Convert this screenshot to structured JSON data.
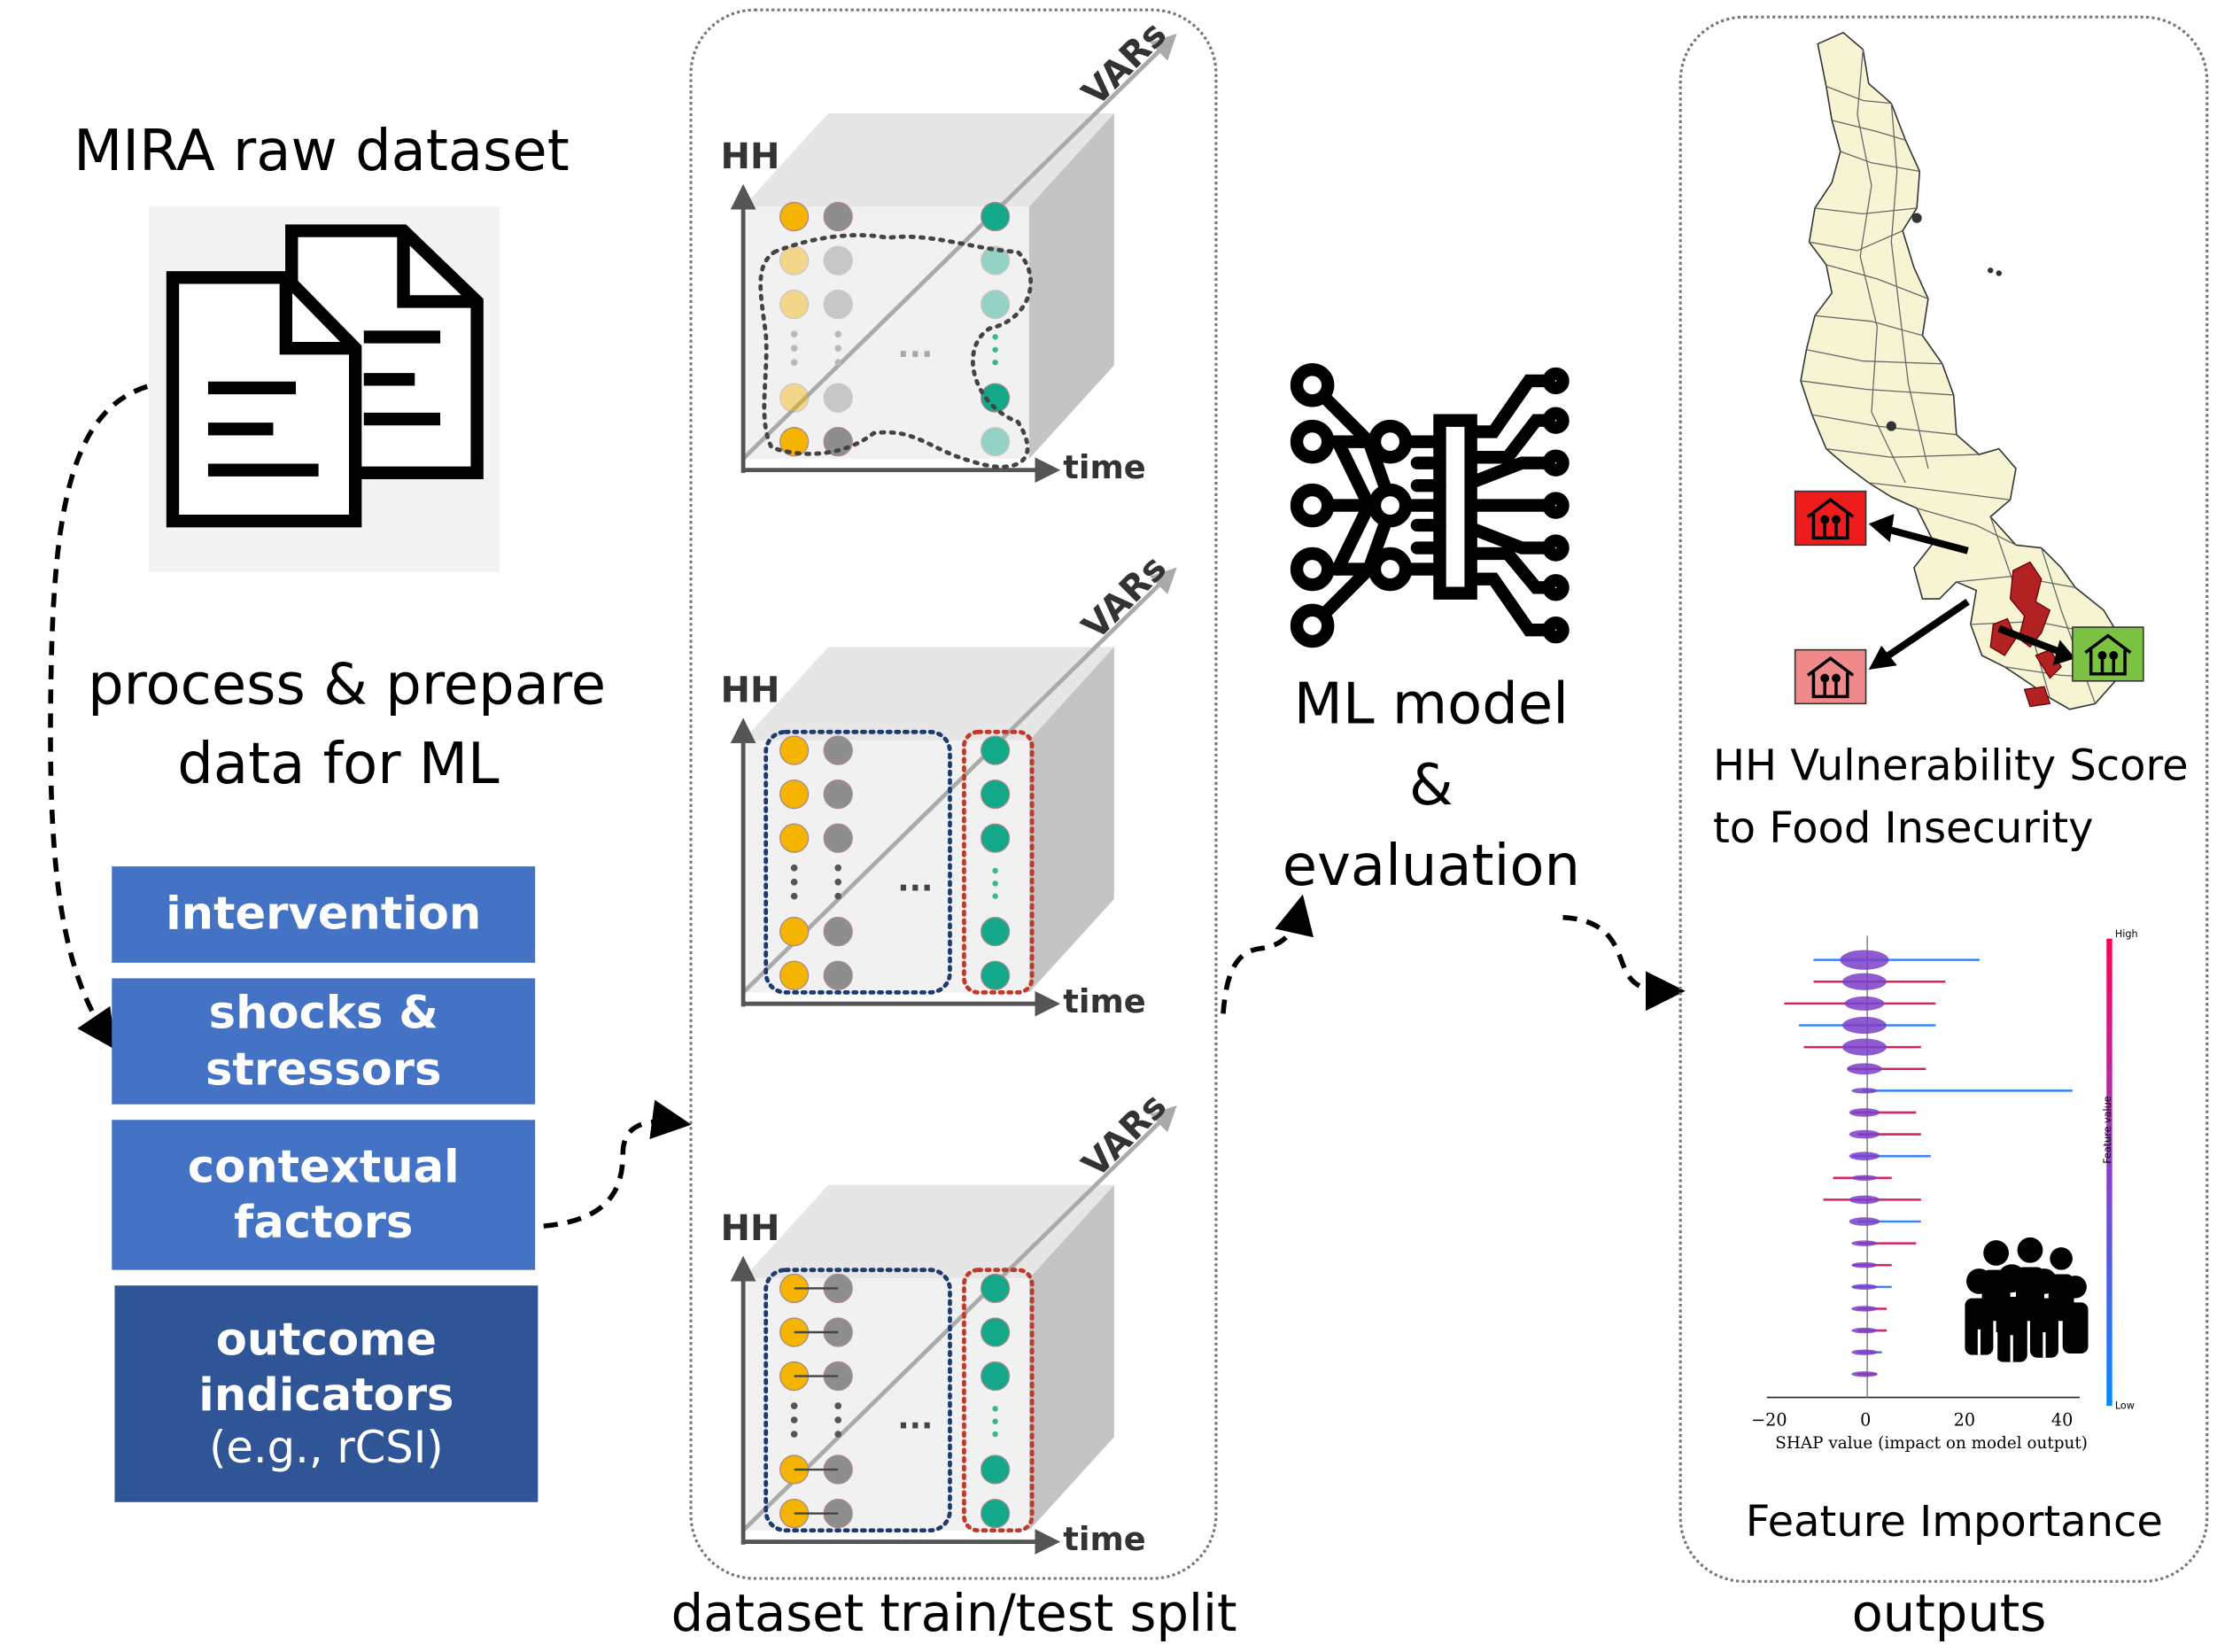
{
  "raw_dataset": {
    "title": "MIRA raw dataset",
    "process_line1": "process & prepare",
    "process_line2": "data for ML"
  },
  "categories": [
    {
      "line1": "intervention",
      "line2": "",
      "line3": ""
    },
    {
      "line1": "shocks &",
      "line2": "stressors",
      "line3": ""
    },
    {
      "line1": "contextual",
      "line2": "factors",
      "line3": ""
    },
    {
      "line1": "outcome",
      "line2": "indicators",
      "line3": "(e.g., rCSI)"
    }
  ],
  "split": {
    "caption": "dataset train/test split",
    "axis_hh": "HH",
    "axis_vars": "VARs",
    "axis_time": "time",
    "ellipsis": "...",
    "colors": {
      "orange": "#F4B400",
      "gray": "#8E8E8E",
      "teal": "#14A88A",
      "train_outline": "#1F3A6E",
      "test_outline": "#C0392B"
    }
  },
  "model": {
    "line1": "ML model",
    "line2": "&",
    "line3": "evaluation"
  },
  "outputs": {
    "caption": "outputs",
    "map_caption_line1": "HH Vulnerability Score",
    "map_caption_line2": "to Food Insecurity",
    "feature_caption": "Feature Importance",
    "shap": {
      "xlabel": "SHAP value (impact on model output)",
      "ticks": [
        "−20",
        "0",
        "20",
        "40"
      ],
      "colorbar_high": "High",
      "colorbar_low": "Low",
      "colorbar_label": "Feature value"
    },
    "badge_colors": {
      "high": "#EE1C1C",
      "mid": "#F08A8A",
      "low": "#7CC242"
    }
  },
  "colors": {
    "box_blue": "#4472C4",
    "box_dark": "#2F5597"
  }
}
